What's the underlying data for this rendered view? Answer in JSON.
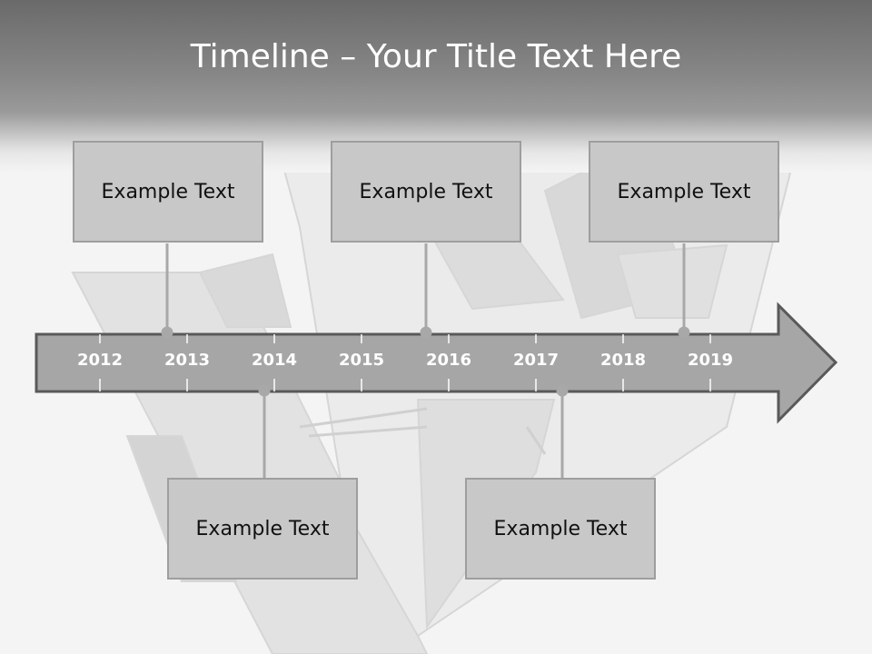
{
  "title": "Timeline – Your Title Text Here",
  "years": [
    "2012",
    "2013",
    "2014",
    "2015",
    "2016",
    "2017",
    "2018",
    "2019"
  ],
  "boxes": {
    "top_1": "Example Text",
    "top_2": "Example Text",
    "top_3": "Example Text",
    "bottom_1": "Example Text",
    "bottom_2": "Example Text"
  },
  "colors": {
    "arrow_fill": "#a6a6a6",
    "arrow_stroke": "#595959",
    "box_fill": "#c8c8c8",
    "connector": "#a8a8a8"
  }
}
